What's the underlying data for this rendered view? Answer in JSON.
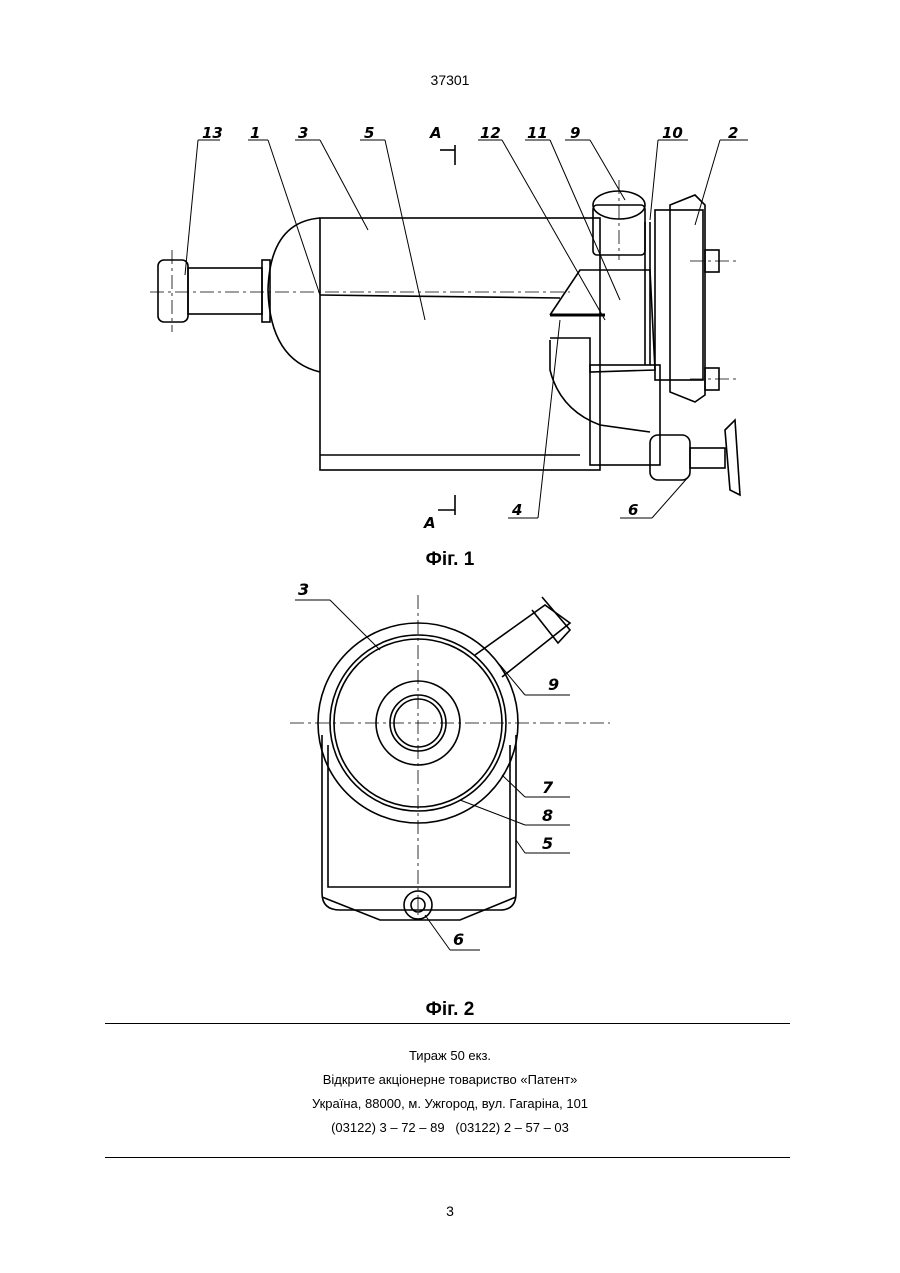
{
  "header": {
    "doc_number": "37301"
  },
  "figure1": {
    "caption": "Фіг. 1",
    "labels": [
      "13",
      "1",
      "3",
      "5",
      "12",
      "11",
      "9",
      "10",
      "2",
      "4",
      "6"
    ],
    "section_mark": "A"
  },
  "figure2": {
    "caption": "Фіг. 2",
    "labels": [
      "3",
      "9",
      "7",
      "8",
      "5",
      "6"
    ]
  },
  "footer": {
    "line1": "Тираж 50 екз.",
    "line2": "Відкрите акціонерне товариство «Патент»",
    "line3": "Україна, 88000, м. Ужгород, вул. Гагаріна, 101",
    "line4": "(03122) 3 – 72 – 89   (03122) 2 – 57 – 03"
  },
  "page": {
    "number": "3"
  }
}
